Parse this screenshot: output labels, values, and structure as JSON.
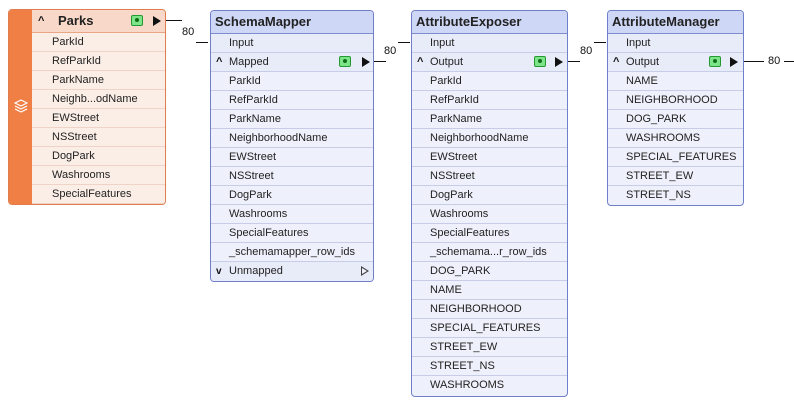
{
  "parks": {
    "title": "Parks",
    "attributes": [
      "ParkId",
      "RefParkId",
      "ParkName",
      "Neighb...odName",
      "EWStreet",
      "NSStreet",
      "DogPark",
      "Washrooms",
      "SpecialFeatures"
    ],
    "count": "80"
  },
  "schema_mapper": {
    "title": "SchemaMapper",
    "input_label": "Input",
    "mapped_label": "Mapped",
    "unmapped_label": "Unmapped",
    "attributes": [
      "ParkId",
      "RefParkId",
      "ParkName",
      "NeighborhoodName",
      "EWStreet",
      "NSStreet",
      "DogPark",
      "Washrooms",
      "SpecialFeatures",
      "_schemamapper_row_ids"
    ],
    "count": "80"
  },
  "attribute_exposer": {
    "title": "AttributeExposer",
    "input_label": "Input",
    "output_label": "Output",
    "attributes": [
      "ParkId",
      "RefParkId",
      "ParkName",
      "NeighborhoodName",
      "EWStreet",
      "NSStreet",
      "DogPark",
      "Washrooms",
      "SpecialFeatures",
      "_schemama...r_row_ids",
      "DOG_PARK",
      "NAME",
      "NEIGHBORHOOD",
      "SPECIAL_FEATURES",
      "STREET_EW",
      "STREET_NS",
      "WASHROOMS"
    ],
    "count": "80"
  },
  "attribute_manager": {
    "title": "AttributeManager",
    "input_label": "Input",
    "output_label": "Output",
    "attributes": [
      "NAME",
      "NEIGHBORHOOD",
      "DOG_PARK",
      "WASHROOMS",
      "SPECIAL_FEATURES",
      "STREET_EW",
      "STREET_NS"
    ],
    "count": "80"
  },
  "colors": {
    "reader_orange": "#ef7f45",
    "transformer_blue": "#cfd7f6",
    "inspect_green": "#7ee48a"
  },
  "icons": {
    "reader": "layers-icon",
    "inspect": "eye-icon",
    "expand": "caret-up-icon",
    "collapse": "caret-down-icon",
    "port": "port-arrow-icon"
  }
}
